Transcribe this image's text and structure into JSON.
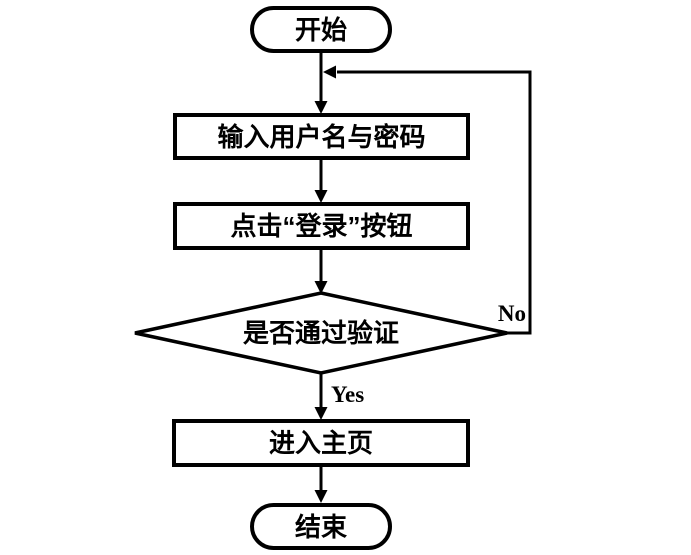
{
  "diagram": {
    "type": "flowchart",
    "nodes": {
      "start": {
        "label": "开始",
        "shape": "terminator"
      },
      "input": {
        "label": "输入用户名与密码",
        "shape": "process"
      },
      "click": {
        "label": "点击“登录”按钮",
        "shape": "process"
      },
      "verify": {
        "label": "是否通过验证",
        "shape": "decision"
      },
      "home": {
        "label": "进入主页",
        "shape": "process"
      },
      "end": {
        "label": "结束",
        "shape": "terminator"
      }
    },
    "edges": {
      "yes_label": "Yes",
      "no_label": "No"
    },
    "colors": {
      "stroke": "#000000",
      "fill": "#ffffff",
      "text": "#000000",
      "background": "#ffffff"
    }
  }
}
